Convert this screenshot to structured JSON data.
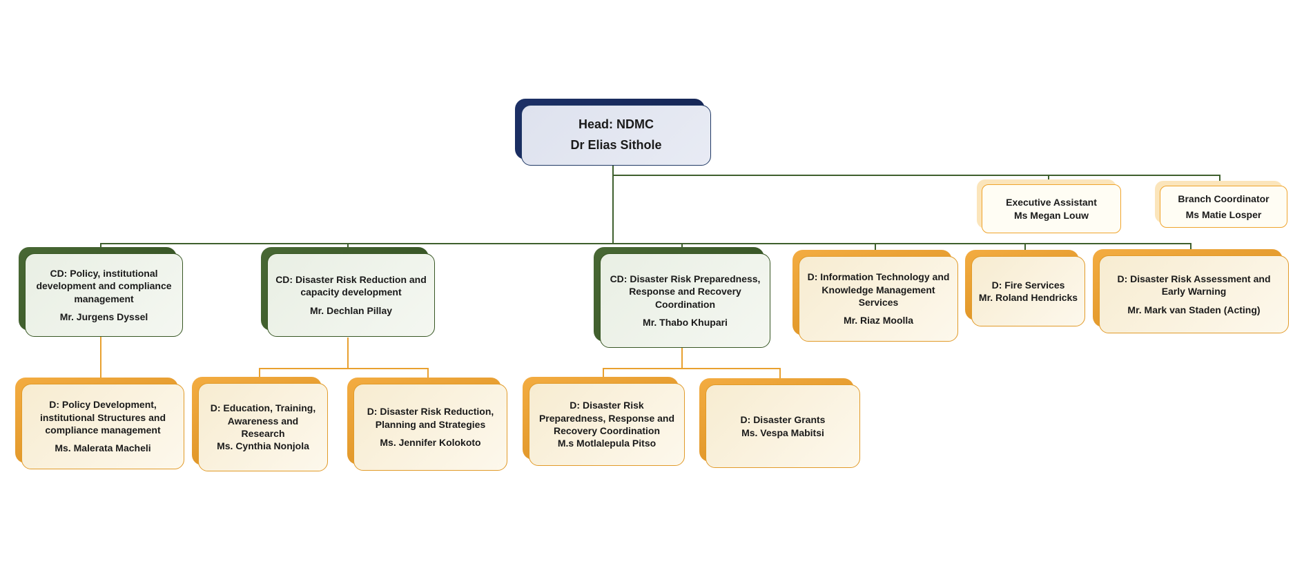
{
  "palette": {
    "background": "#ffffff",
    "navy_shadow": "#17295C",
    "navy_fill": "#E3E7F1",
    "navy_border": "#1F3864",
    "green_shadow": "#3B5B2A",
    "green_fill": "#EFF3EC",
    "green_border": "#375623",
    "orange_shadow": "#E8A33D",
    "cream_fill": "#FBF3E0",
    "orange_border": "#E19A28",
    "peach_shadow": "#FBE5BB",
    "white_fill": "#FFFDF4",
    "connector_green": "#3E5F2D",
    "connector_orange": "#E8A02F",
    "text": "#1a1a1a"
  },
  "nodes": {
    "head": {
      "title": "Head: NDMC",
      "name": "Dr Elias Sithole"
    },
    "executive_assistant": {
      "title": "Executive Assistant",
      "name": "Ms Megan Louw"
    },
    "branch_coordinator": {
      "title": "Branch Coordinator",
      "name": "Ms Matie Losper"
    },
    "cd_policy": {
      "title": "CD: Policy, institutional development and compliance management",
      "name": "Mr. Jurgens Dyssel"
    },
    "cd_drr": {
      "title": "CD: Disaster Risk Reduction and capacity development",
      "name": "Mr. Dechlan Pillay"
    },
    "cd_preparedness": {
      "title": "CD: Disaster Risk Preparedness, Response and Recovery Coordination",
      "name": "Mr. Thabo Khupari"
    },
    "d_it": {
      "title": "D: Information Technology and Knowledge Management Services",
      "name": "Mr. Riaz Moolla"
    },
    "d_fire": {
      "title": "D: Fire Services",
      "name": "Mr.  Roland Hendricks"
    },
    "d_assessment": {
      "title": "D: Disaster Risk Assessment and Early Warning",
      "name": "Mr. Mark van Staden (Acting)"
    },
    "d_policy_dev": {
      "title": "D: Policy Development, institutional Structures and compliance management",
      "name": "Ms. Malerata Macheli"
    },
    "d_education": {
      "title": "D: Education, Training, Awareness and Research",
      "name": "Ms. Cynthia Nonjola"
    },
    "d_planning": {
      "title": "D: Disaster Risk Reduction, Planning and Strategies",
      "name": "Ms. Jennifer Kolokoto"
    },
    "d_response": {
      "title": "D: Disaster Risk Preparedness, Response and Recovery Coordination",
      "name": "M.s Motlalepula Pitso"
    },
    "d_grants": {
      "title": "D: Disaster Grants",
      "name": "Ms. Vespa Mabitsi"
    }
  }
}
